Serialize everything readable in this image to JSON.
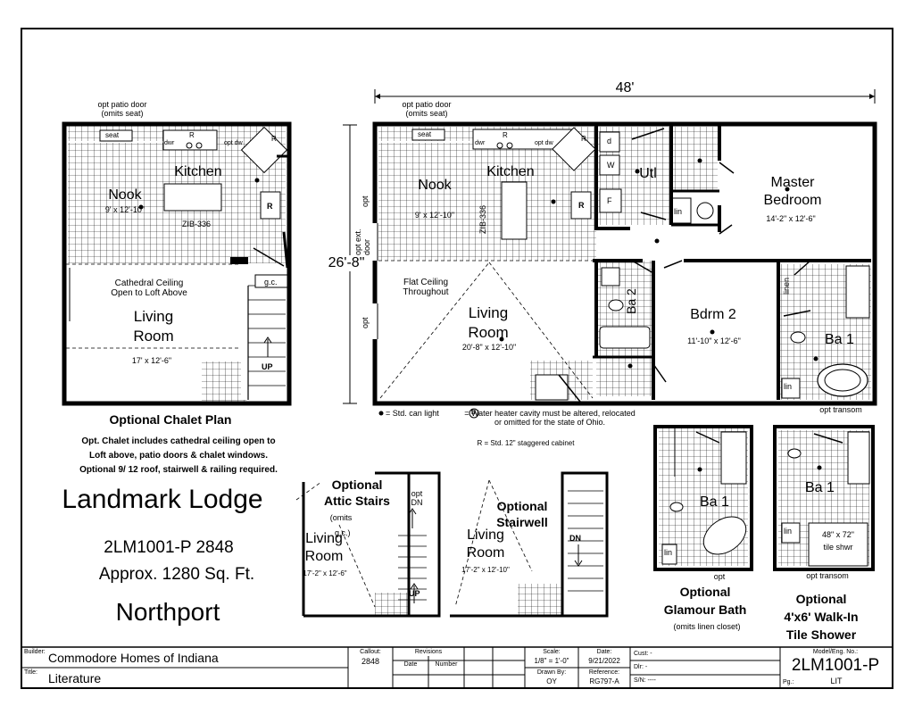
{
  "dimensions": {
    "width": "48'",
    "depth": "26'-8\""
  },
  "chalet": {
    "patio_door": [
      "opt patio door",
      "(omits seat)"
    ],
    "seat": "seat",
    "dwr": "dwr",
    "r": "R",
    "opt_dw": "opt dw",
    "kitchen": "Kitchen",
    "nook": "Nook",
    "nook_dim": "9' x 12'-10\"",
    "island": "ZIB-336",
    "range": "R",
    "ceiling": [
      "Cathedral Ceiling",
      "Open to Loft Above"
    ],
    "living": [
      "Living",
      "Room"
    ],
    "living_dim": "17' x 12'-6\"",
    "gc": "g.c.",
    "up": "UP",
    "title": "Optional Chalet Plan",
    "notes": [
      "Opt. Chalet includes cathedral ceiling open to",
      "Loft above, patio doors & chalet windows.",
      "Optional 9/ 12 roof, stairwell & railing required."
    ]
  },
  "main": {
    "patio_door": [
      "opt patio door",
      "(omits seat)"
    ],
    "seat": "seat",
    "dwr": "dwr",
    "r": "R",
    "opt_dw": "opt dw",
    "kitchen": "Kitchen",
    "nook": "Nook",
    "nook_dim": "9' x 12'-10\"",
    "island": "ZIB-336",
    "range": "R",
    "opt": "opt",
    "opt_ext_door": [
      "opt ext.",
      "door"
    ],
    "d": "d",
    "w": "W",
    "f": "F",
    "utl": "Utl",
    "lin": "lin",
    "master": [
      "Master",
      "Bedroom"
    ],
    "master_dim": "14'-2\" x 12'-6\"",
    "flat_ceiling": [
      "Flat Ceiling",
      "Throughout"
    ],
    "living": [
      "Living",
      "Room"
    ],
    "living_dim": "20'-8\" x 12'-10\"",
    "ba2": "Ba 2",
    "bdrm2": "Bdrm 2",
    "bdrm2_dim": "11'-10\" x 12'-6\"",
    "linen": "linen",
    "ba1": "Ba 1",
    "opt_transom": "opt transom"
  },
  "legend": {
    "can_light": "= Std. can light",
    "heater_symbol": "B",
    "heater": [
      "= Water heater cavity must be altered, relocated",
      "or omitted for the state of Ohio."
    ],
    "cabinet": "R = Std. 12\" staggered cabinet"
  },
  "attic": {
    "title": [
      "Optional",
      "Attic Stairs"
    ],
    "note": "(omits",
    "gc": "g.c.)",
    "opt_dn": [
      "opt",
      "DN"
    ],
    "living": [
      "Living",
      "Room"
    ],
    "dim": "17'-2\" x 12'-6\"",
    "up": "UP"
  },
  "stairwell": {
    "title": [
      "Optional",
      "Stairwell"
    ],
    "living": [
      "Living",
      "Room"
    ],
    "dim": "17'-2\" x 12'-10\"",
    "dn": "DN"
  },
  "glamour": {
    "ba1": "Ba 1",
    "lin": "lin",
    "opt": "opt",
    "title": [
      "Optional",
      "Glamour Bath"
    ],
    "note": "(omits linen closet)"
  },
  "walkin": {
    "ba1": "Ba 1",
    "lin": "lin",
    "shower": [
      "48\" x 72\"",
      "tile shwr"
    ],
    "opt_transom": "opt transom",
    "title": [
      "Optional",
      "4'x6' Walk-In",
      "Tile Shower"
    ]
  },
  "product": {
    "name": "Landmark Lodge",
    "model_line": "2LM1001-P 2848",
    "sqft": "Approx. 1280 Sq. Ft.",
    "series": "Northport"
  },
  "title_block": {
    "builder_label": "Builder:",
    "builder": "Commodore Homes of Indiana",
    "title_label": "Title:",
    "title": "Literature",
    "callout_label": "Callout:",
    "callout": "2848",
    "revisions": "Revisions",
    "date_h": "Date",
    "number_h": "Number",
    "scale_label": "Scale:",
    "scale": "1/8\" = 1'-0\"",
    "date_label": "Date:",
    "date": "9/21/2022",
    "drawn_label": "Drawn By:",
    "drawn": "OY",
    "ref_label": "Reference:",
    "ref": "RG797-A",
    "cust": "Cust: -",
    "dlr": "Dlr: -",
    "sn": "S/N: ----",
    "model_label": "Model/Eng. No.:",
    "model": "2LM1001-P",
    "pg_label": "Pg.:",
    "pg": "LIT"
  }
}
